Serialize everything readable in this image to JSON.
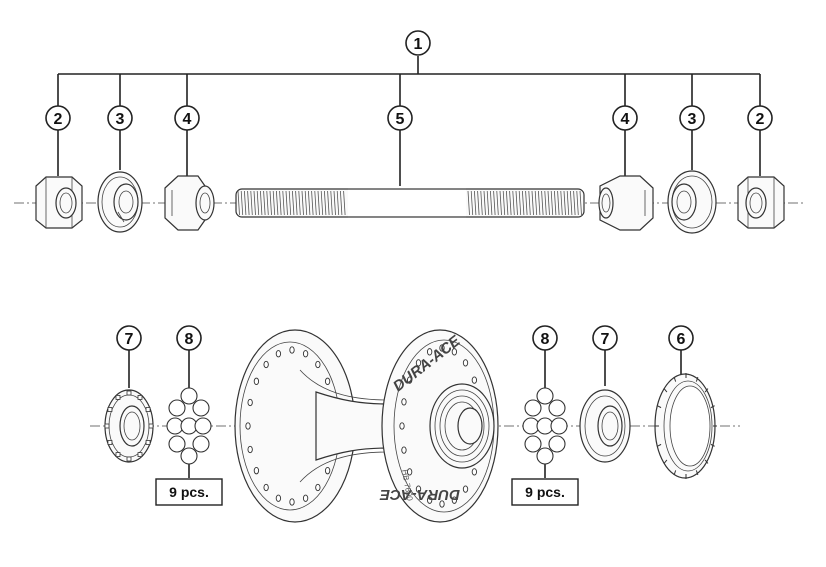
{
  "callouts": {
    "c1": "1",
    "c2_left": "2",
    "c3_left": "3",
    "c4_left": "4",
    "c5": "5",
    "c4_right": "4",
    "c3_right": "3",
    "c2_right": "2",
    "c7_left": "7",
    "c8_left": "8",
    "c8_right": "8",
    "c7_right": "7",
    "c6": "6"
  },
  "labels": {
    "pcs_left": "9 pcs.",
    "pcs_right": "9 pcs."
  },
  "hub": {
    "brand_top": "DURA-ACE",
    "brand_bottom": "DURA-ACE",
    "model": "HB-7600"
  },
  "colors": {
    "line": "#222222",
    "part_fill": "#fafafa"
  }
}
